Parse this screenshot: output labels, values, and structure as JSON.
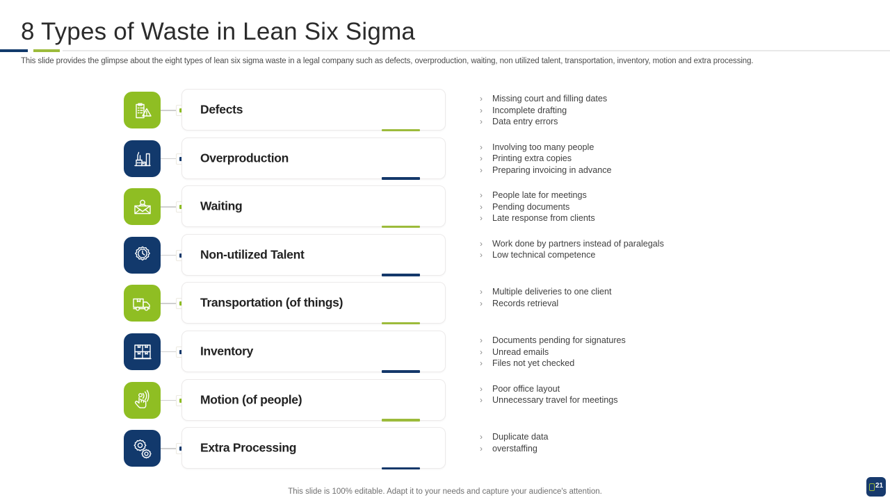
{
  "header": {
    "title": "8 Types of Waste in Lean Six Sigma",
    "subtitle": "This slide provides the glimpse about the eight types of lean six sigma waste in a legal company such as defects, overproduction, waiting, non utilized talent, transportation, inventory, motion and extra processing."
  },
  "colors": {
    "green": "#8fbe23",
    "accent_green": "#9cbb3b",
    "navy": "#12396c",
    "accent_navy": "#14386a",
    "title_text": "#2b2b2b",
    "body_text": "#3f3f3f"
  },
  "rows": [
    {
      "label": "Defects",
      "theme": "green",
      "icon": "clipboard-warning-icon",
      "bullets": [
        "Missing court and filling dates",
        "Incomplete drafting",
        "Data entry errors"
      ]
    },
    {
      "label": "Overproduction",
      "theme": "navy",
      "icon": "factory-icon",
      "bullets": [
        "Involving too many people",
        "Printing extra copies",
        "Preparing invoicing in advance"
      ]
    },
    {
      "label": "Waiting",
      "theme": "green",
      "icon": "envelope-person-icon",
      "bullets": [
        "People late for meetings",
        "Pending documents",
        "Late response from clients"
      ]
    },
    {
      "label": "Non-utilized Talent",
      "theme": "navy",
      "icon": "clock-gear-icon",
      "bullets": [
        "Work done by partners instead of paralegals",
        "Low technical competence"
      ]
    },
    {
      "label": "Transportation (of things)",
      "theme": "green",
      "icon": "delivery-truck-icon",
      "bullets": [
        "Multiple deliveries to one client",
        "Records retrieval"
      ]
    },
    {
      "label": "Inventory",
      "theme": "navy",
      "icon": "warehouse-boxes-icon",
      "bullets": [
        "Documents pending for signatures",
        "Unread emails",
        "Files not yet checked"
      ]
    },
    {
      "label": "Motion (of people)",
      "theme": "green",
      "icon": "hand-motion-waves-icon",
      "bullets": [
        "Poor office layout",
        "Unnecessary travel for meetings"
      ]
    },
    {
      "label": "Extra Processing",
      "theme": "navy",
      "icon": "gears-icon",
      "bullets": [
        "Duplicate data",
        "overstaffing"
      ]
    }
  ],
  "bullet_marker": "›",
  "footer": {
    "note": "This slide is 100% editable. Adapt it to your needs and capture your audience's attention.",
    "page_number": "21"
  }
}
